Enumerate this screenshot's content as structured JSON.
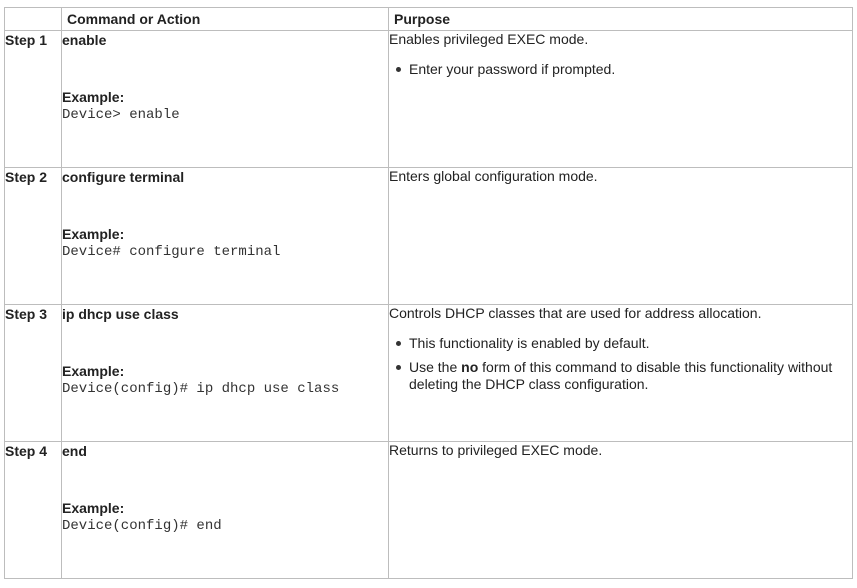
{
  "header": {
    "step": "",
    "command": "Command or Action",
    "purpose": "Purpose"
  },
  "steps": [
    {
      "step": "Step 1",
      "command": "enable",
      "example_label": "Example:",
      "example": "Device> enable",
      "purpose": "Enables privileged EXEC mode.",
      "bullets": [
        "Enter your password if prompted."
      ]
    },
    {
      "step": "Step 2",
      "command": "configure terminal",
      "example_label": "Example:",
      "example": "Device# configure terminal",
      "purpose": "Enters global configuration mode.",
      "bullets": []
    },
    {
      "step": "Step 3",
      "command": "ip dhcp use class",
      "example_label": "Example:",
      "example": "Device(config)# ip dhcp use class",
      "purpose": "Controls DHCP classes that are used for address allocation.",
      "bullets": [
        "This functionality is enabled by default."
      ],
      "bullet_rich": {
        "before": "Use the ",
        "keyword": "no",
        "after": " form of this command to disable this functionality without deleting the DHCP class configuration."
      }
    },
    {
      "step": "Step 4",
      "command": "end",
      "example_label": "Example:",
      "example": "Device(config)# end",
      "purpose": "Returns to privileged EXEC mode.",
      "bullets": []
    }
  ]
}
